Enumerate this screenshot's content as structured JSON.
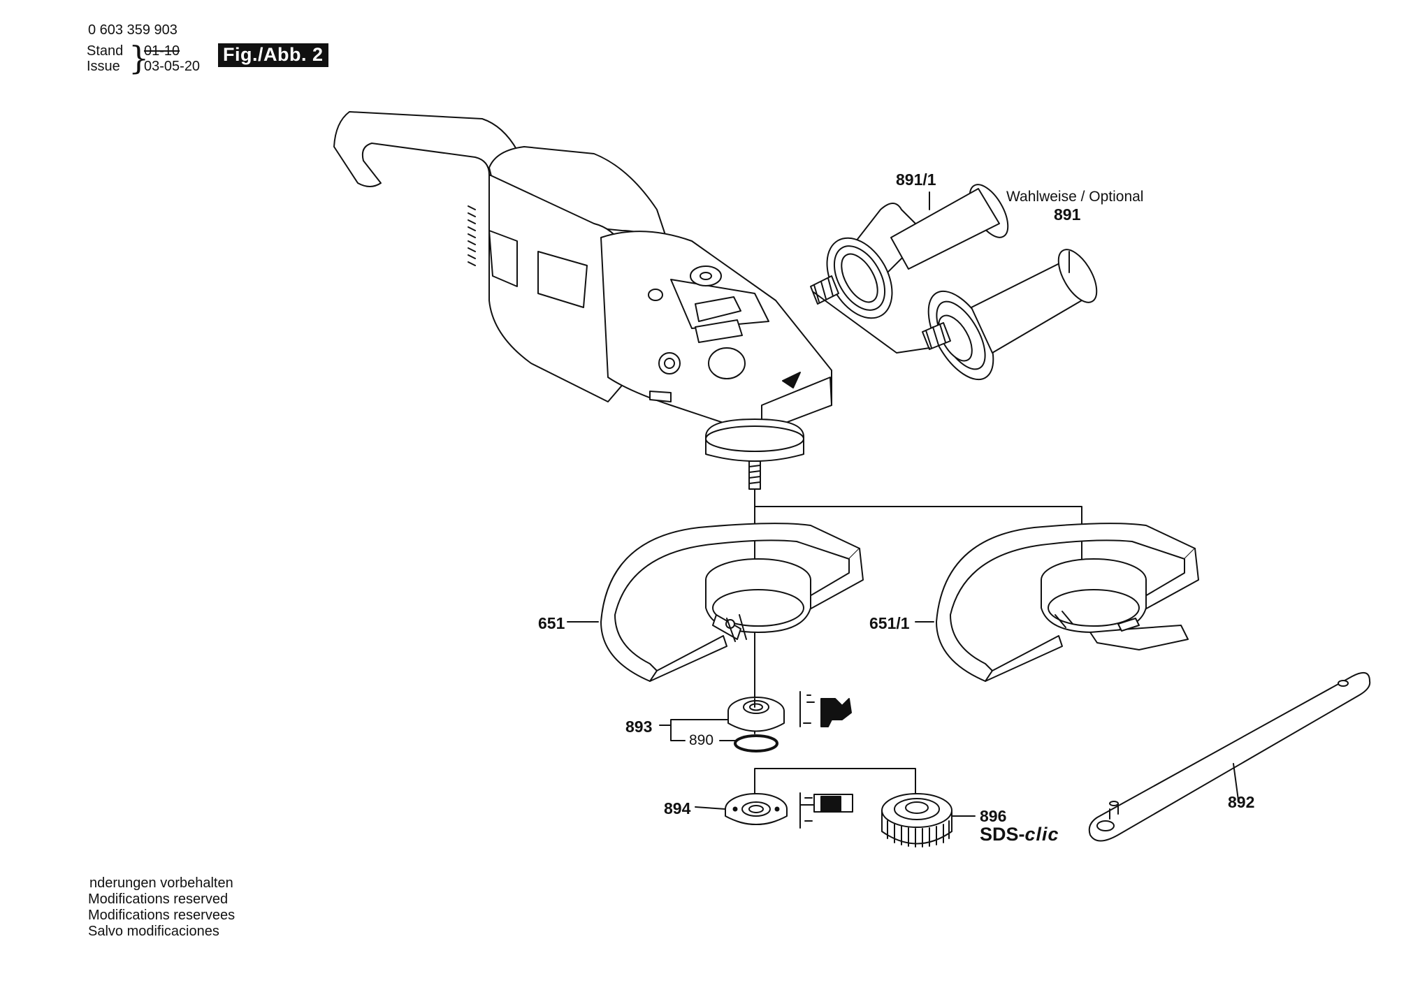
{
  "header": {
    "part_number": "0 603 359 903",
    "stand_label": "Stand",
    "issue_label": "Issue",
    "stand_value_struck": "01-10",
    "issue_date": "03-05-20",
    "figure_label": "Fig./Abb. 2"
  },
  "callouts": {
    "c891_1": "891/1",
    "optional_note": "Wahlweise / Optional",
    "c891": "891",
    "c651": "651",
    "c651_1": "651/1",
    "c893": "893",
    "c890": "890",
    "c894": "894",
    "c896": "896",
    "c892": "892",
    "sds_prefix": "SDS-",
    "sds_suffix": "clic"
  },
  "footer": {
    "line1": "nderungen vorbehalten",
    "line2": "Modifications reserved",
    "line3": "Modifications reservees",
    "line4": "Salvo modificaciones"
  }
}
